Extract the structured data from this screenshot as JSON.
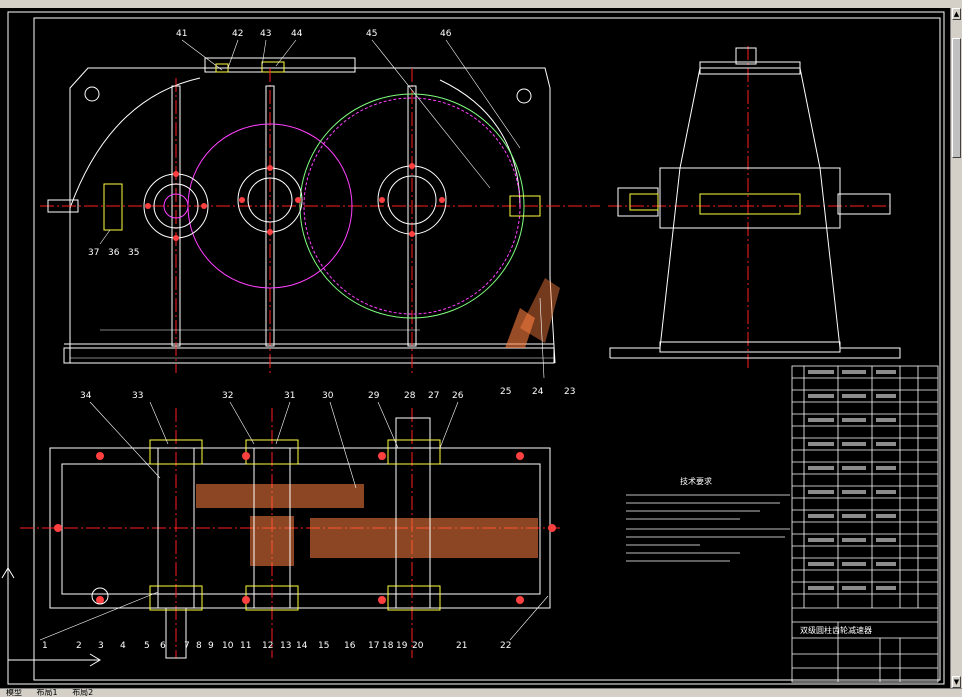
{
  "colors": {
    "background": "#000000",
    "outline": "#ffffff",
    "centerline": "#ff2020",
    "gear_circle_magenta": "#ff40ff",
    "gear_circle_green": "#80ff80",
    "shaft_red": "#ff4040",
    "bearing_yellow": "#ffff40",
    "hatch": "#ff8040"
  },
  "drawing": {
    "leaders_top": [
      "41",
      "42",
      "43",
      "44",
      "45",
      "46"
    ],
    "leaders_left_front": [
      "37",
      "36",
      "35"
    ],
    "leaders_right_front": [
      "25",
      "24",
      "23"
    ],
    "leaders_plan_top": [
      "34",
      "33",
      "32",
      "31",
      "30",
      "29",
      "28",
      "27",
      "26"
    ],
    "leaders_plan_bottom": [
      "1",
      "2",
      "3",
      "4",
      "5",
      "6",
      "7",
      "8",
      "9",
      "10",
      "11",
      "12",
      "13",
      "14",
      "15",
      "16",
      "17",
      "18",
      "19",
      "20",
      "21",
      "22"
    ],
    "tech_req_title": "技术要求",
    "title_block_name": "双级圆柱齿轮减速器"
  },
  "ui": {
    "scroll_up": "▲",
    "scroll_down": "▼",
    "tabs": [
      "模型",
      "布局1",
      "布局2"
    ]
  }
}
